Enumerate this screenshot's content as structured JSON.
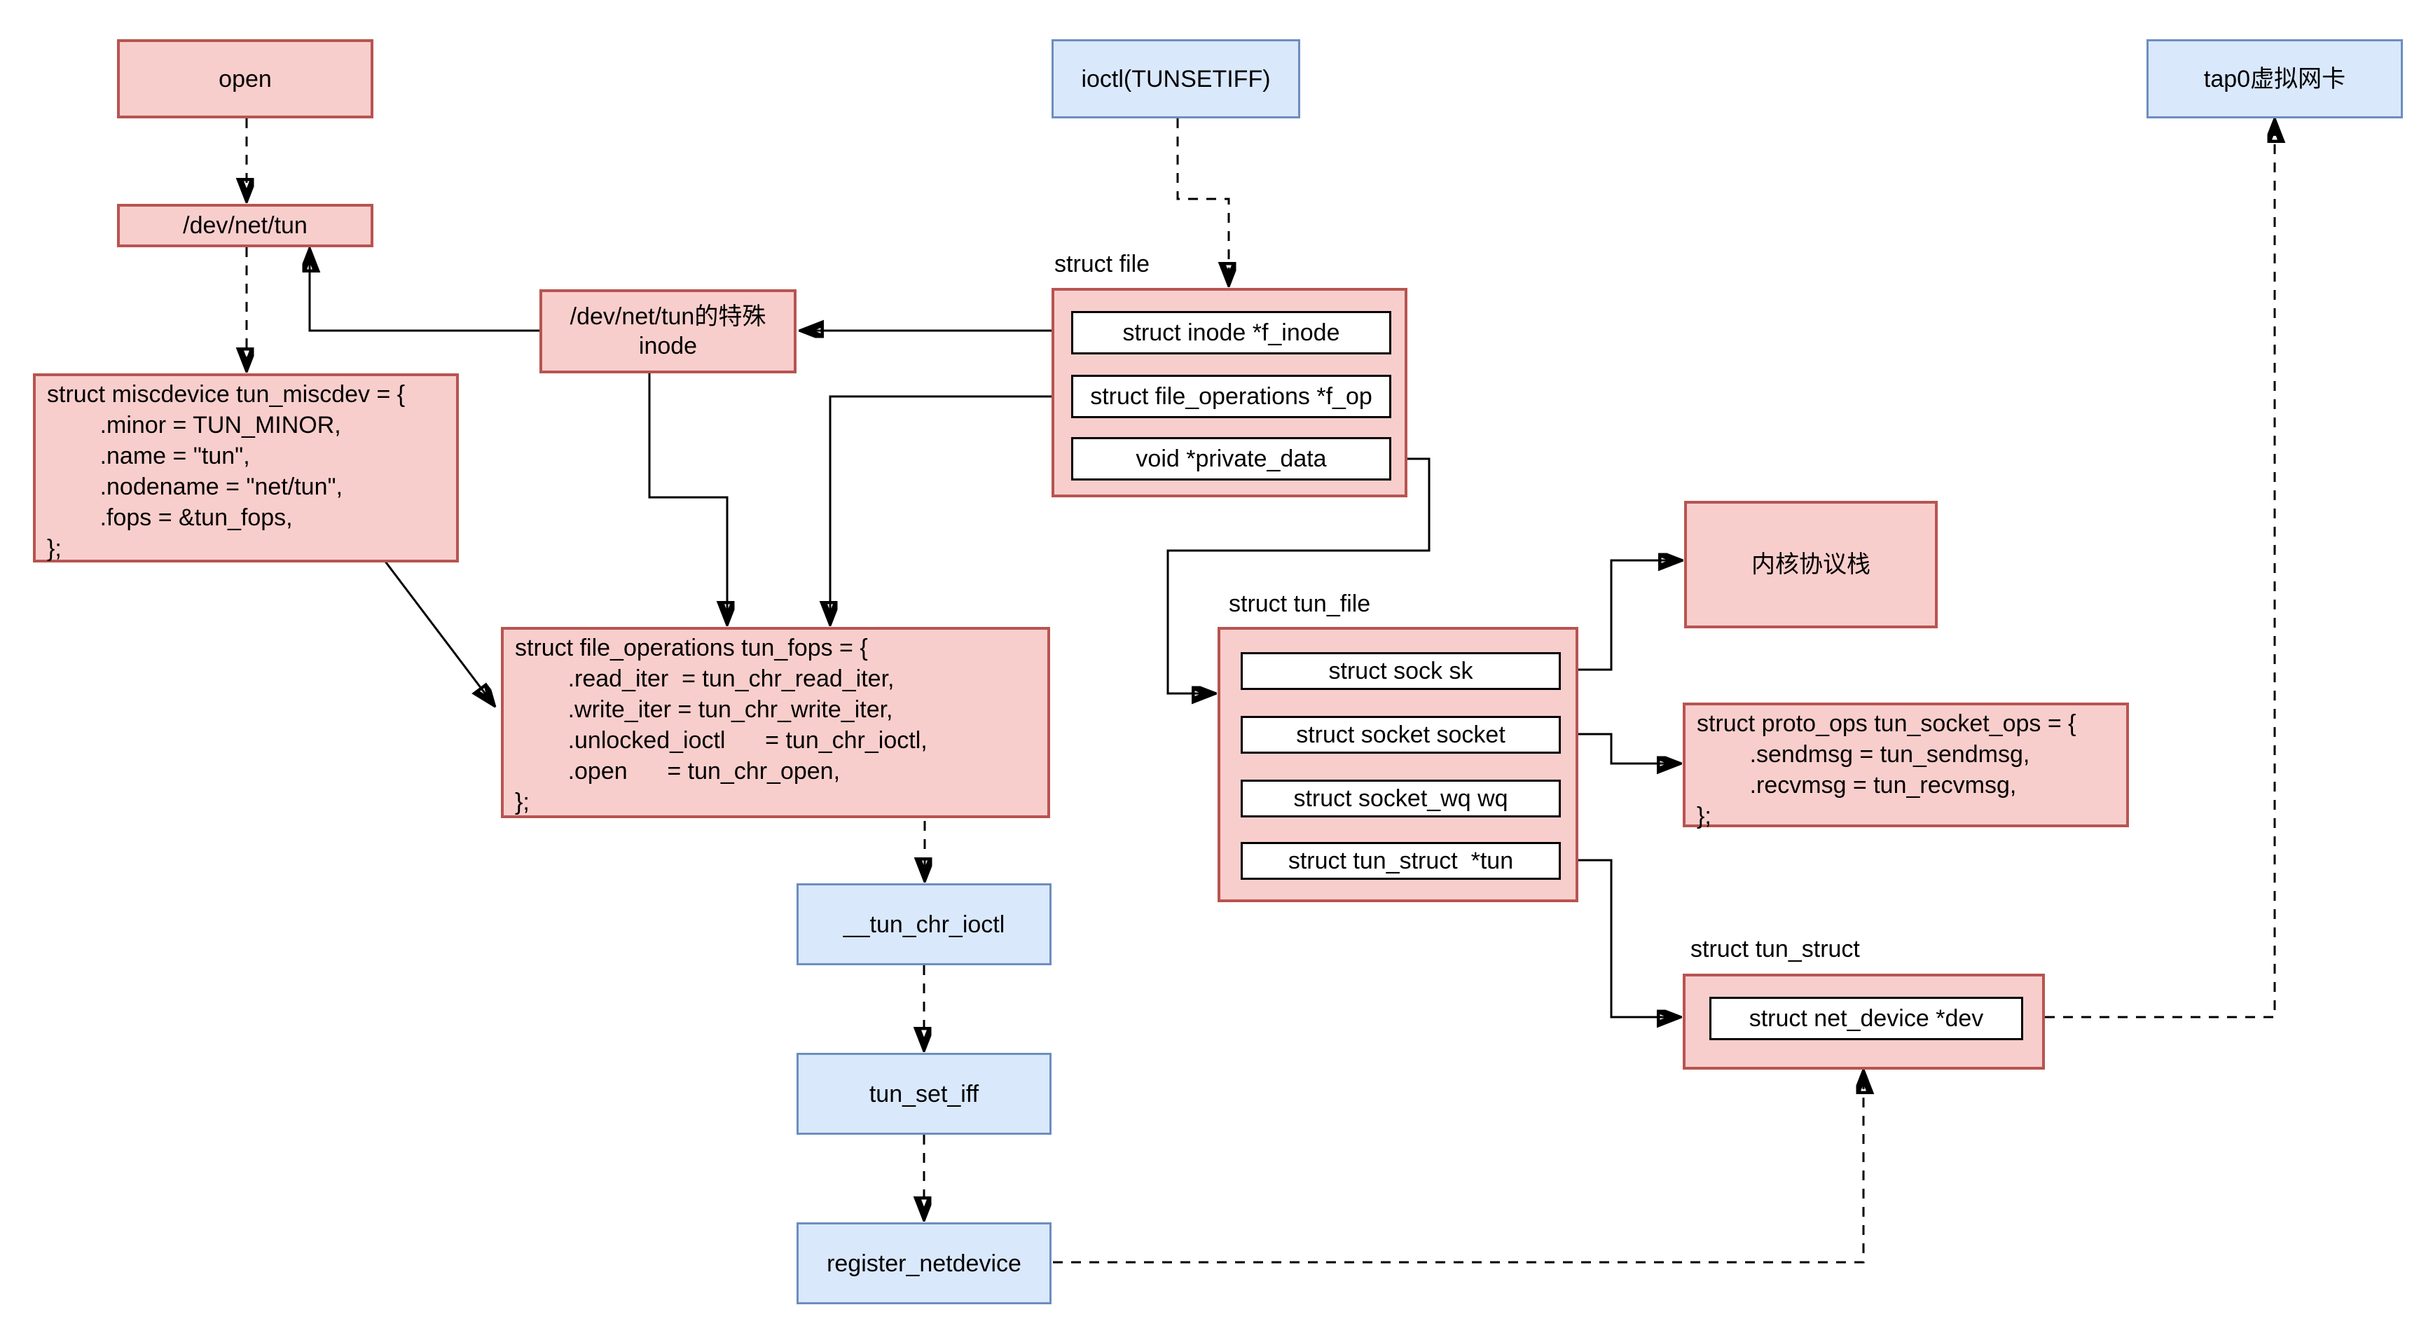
{
  "colors": {
    "pink_fill": "#f8cecc",
    "pink_border": "#b85450",
    "blue_fill": "#dae8fc",
    "blue_border": "#6c8ebf",
    "wire": "#000000"
  },
  "nodes": {
    "open": {
      "label": "open"
    },
    "dev_net_tun": {
      "label": "/dev/net/tun"
    },
    "inode": {
      "label": "/dev/net/tun的特殊\ninode"
    },
    "ioctl": {
      "label": "ioctl(TUNSETIFF)"
    },
    "tap0": {
      "label": "tap0虚拟网卡"
    },
    "kernel_stack": {
      "label": "内核协议栈"
    },
    "chr_ioctl": {
      "label": "__tun_chr_ioctl"
    },
    "tun_set_iff": {
      "label": "tun_set_iff"
    },
    "register_netdevice": {
      "label": "register_netdevice"
    },
    "miscdev_code": "struct miscdevice tun_miscdev = {\n        .minor = TUN_MINOR,\n        .name = \"tun\",\n        .nodename = \"net/tun\",\n        .fops = &tun_fops,\n};",
    "fops_code": "struct file_operations tun_fops = {\n        .read_iter  = tun_chr_read_iter,\n        .write_iter = tun_chr_write_iter,\n        .unlocked_ioctl      = tun_chr_ioctl,\n        .open      = tun_chr_open,\n};",
    "proto_ops_code": "struct proto_ops tun_socket_ops = {\n        .sendmsg = tun_sendmsg,\n        .recvmsg = tun_recvmsg,\n};",
    "struct_file": {
      "title": "struct file",
      "rows": [
        "struct inode *f_inode",
        "struct file_operations *f_op",
        "void *private_data"
      ]
    },
    "tun_file": {
      "title": "struct tun_file",
      "rows": [
        "struct sock sk",
        "struct socket socket",
        "struct socket_wq wq",
        "struct tun_struct  *tun"
      ]
    },
    "tun_struct": {
      "title": "struct tun_struct",
      "rows": [
        "struct net_device *dev"
      ]
    }
  }
}
